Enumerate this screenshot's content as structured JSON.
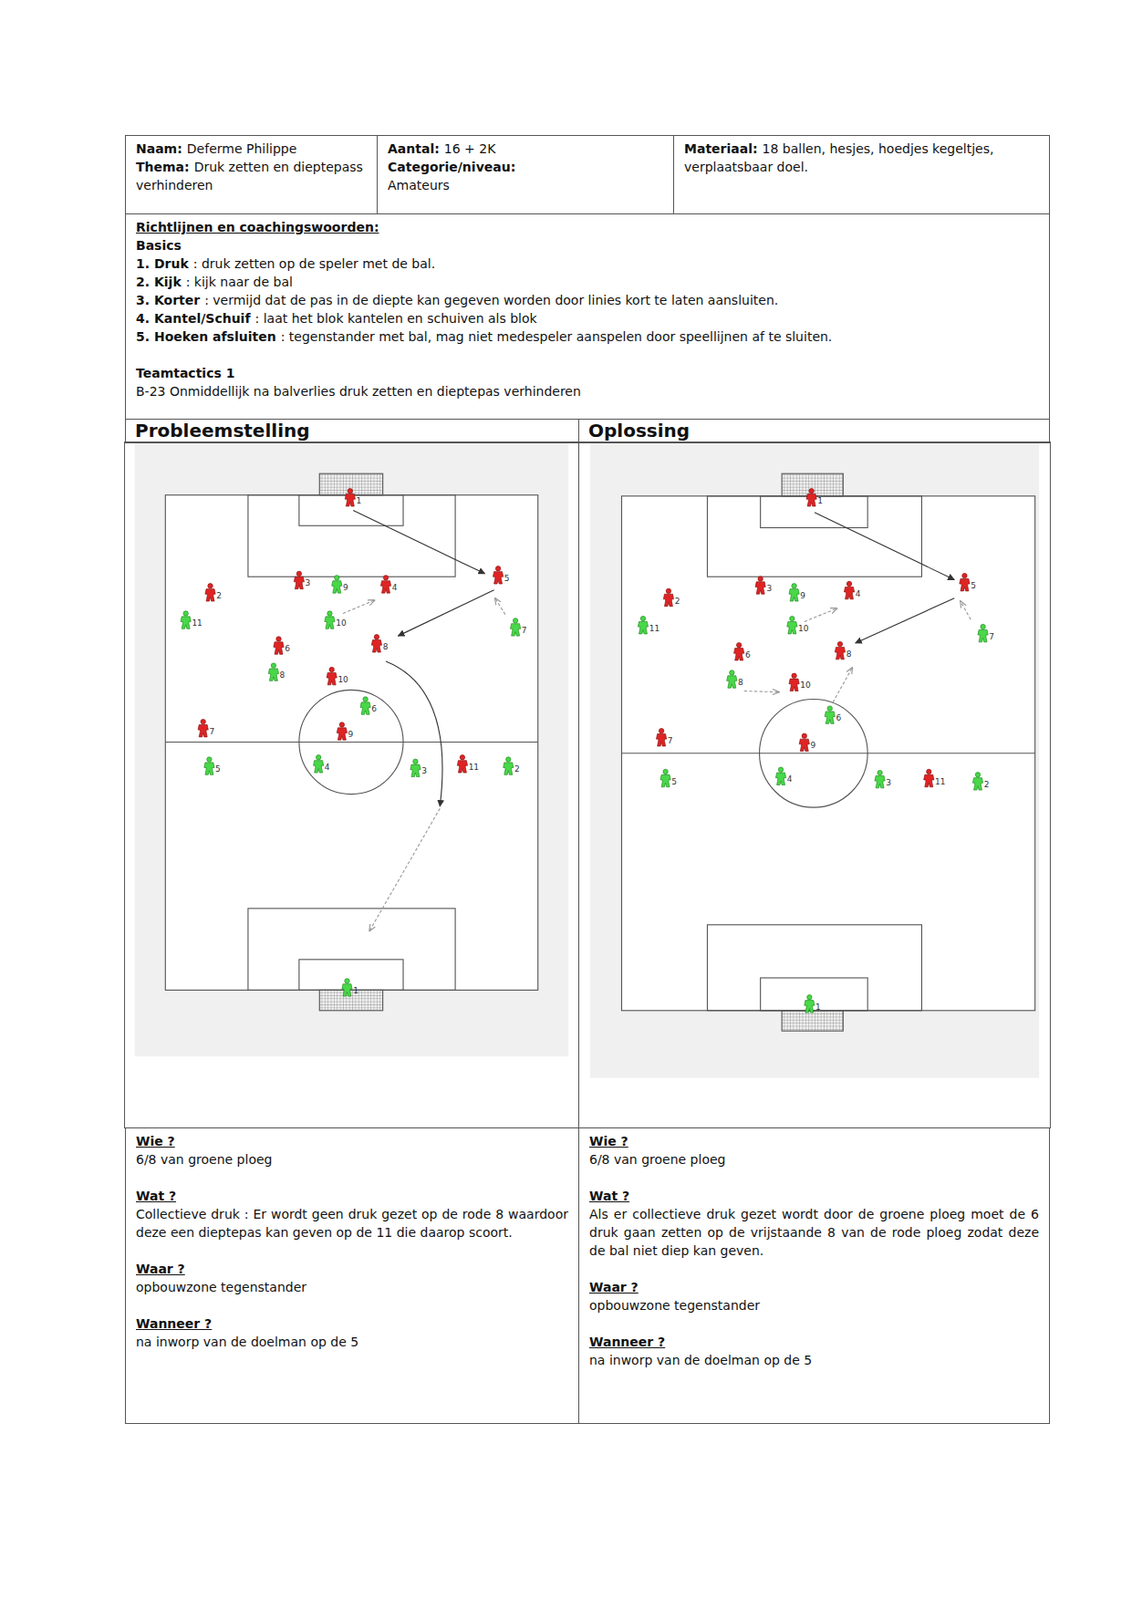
{
  "diagram": {
    "nodes": [
      {
        "text": [
          "Naam:",
          "Deferme Philippe",
          "Thema:",
          "Druk zetten en dieptepass verhinderen"
        ]
      },
      {
        "text": [
          "Aantal:",
          "16 + 2K",
          "Categorie/niveau:",
          "Amateurs"
        ]
      },
      {
        "text": [
          "Materiaal:",
          "18 ballen, hesjes, hoedjes kegeltjes, verplaatsbaar doel."
        ]
      },
      {
        "text": [
          "Richtlijnen en coachingswoorden:",
          "Basics",
          "1. Druk",
          ": druk zetten op de speler met de bal.",
          "2. Kijk",
          ": kijk naar de bal",
          "3. Korter",
          ": vermijd dat de pas in de diepte kan gegeven worden door linies kort te laten aansluiten.",
          "4. Kantel/Schuif",
          ": laat het blok kantelen en schuiven als blok",
          "5. Hoeken afsluiten",
          ": tegenstander met bal, mag niet medespeler aanspelen door speellijnen af te sluiten.",
          "Teamtactics 1",
          "B-23 Onmiddellijk na balverlies druk zetten en dieptepas verhinderen"
        ]
      },
      {
        "text": [
          "Probleemstelling"
        ]
      },
      {
        "text": [
          "Oplossing"
        ]
      },
      {
        "text": [
          "Wie ?",
          "6/8 van groene ploeg",
          "Wat ?",
          "Collectieve druk : Er wordt geen druk gezet op de rode 8 waardoor deze een dieptepas kan geven op de 11 die daarop scoort.",
          "Waar ?",
          "opbouwzone tegenstander",
          "Wanneer ?",
          "na inworp van de doelman op de 5"
        ]
      },
      {
        "text": [
          "Wie ?",
          "6/8 van groene ploeg",
          "Wat ?",
          "Als er collectieve druk gezet wordt door de groene ploeg moet de 6 druk gaan zetten op de vrijstaande 8 van de rode ploeg zodat deze de bal niet diep kan geven.",
          "Waar ?",
          "opbouwzone tegenstander",
          "Wanneer ?",
          "na inworp van de doelman op de 5"
        ]
      }
    ],
    "labels": [
      "1",
      "5",
      "3",
      "4",
      "2",
      "6",
      "8",
      "10",
      "7",
      "9",
      "11",
      "9",
      "10",
      "11",
      "7",
      "8",
      "6",
      "4",
      "3",
      "5",
      "2",
      "1",
      "1",
      "5",
      "3",
      "4",
      "2",
      "6",
      "8",
      "10",
      "7",
      "9",
      "11",
      "9",
      "10",
      "11",
      "7",
      "8",
      "6",
      "4",
      "3",
      "5",
      "2",
      "1"
    ]
  }
}
